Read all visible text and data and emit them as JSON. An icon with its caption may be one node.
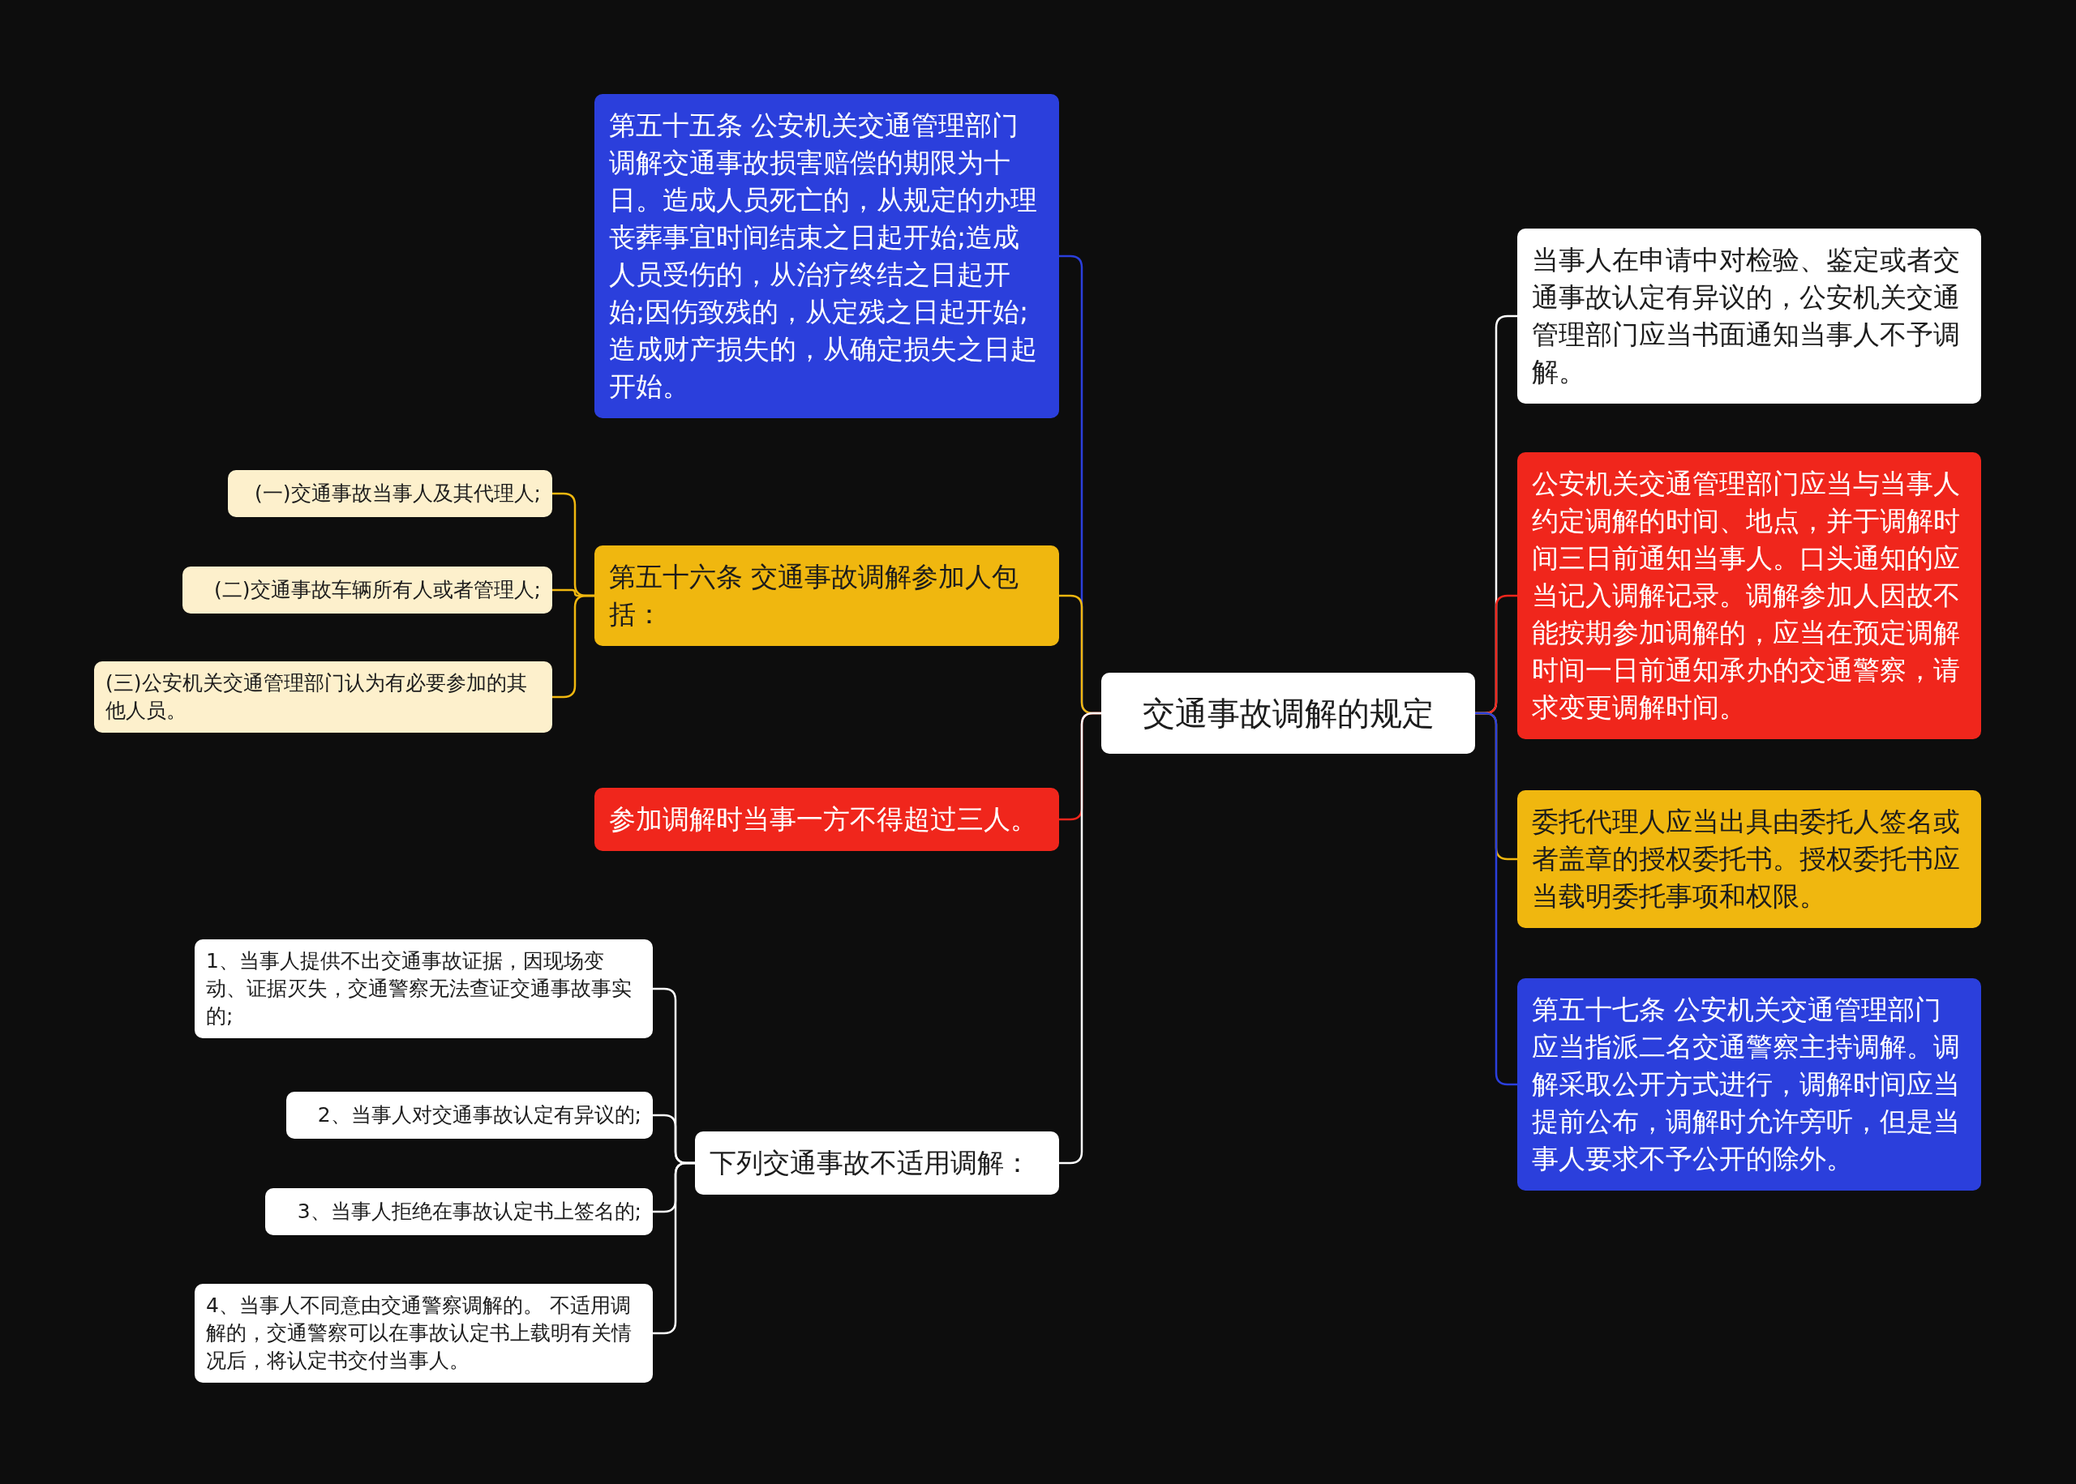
{
  "diagram": {
    "nodes": [
      {
        "text": [
          "交通事故调解的规定"
        ]
      },
      {
        "text": [
          "第五十五条 公安机关交通管理部门调解交通事故损害赔偿的期限为十日。造成人员死亡的，从规定的办理丧葬事宜时间结束之日起开始;造成人员受伤的，从治疗终结之日起开始;因伤致残的，从定残之日起开始;造成财产损失的，从确定损失之日起开始。"
        ]
      },
      {
        "text": [
          "第五十六条 交通事故调解参加人包括："
        ]
      },
      {
        "text": [
          "(一)交通事故当事人及其代理人;"
        ]
      },
      {
        "text": [
          "(二)交通事故车辆所有人或者管理人;"
        ]
      },
      {
        "text": [
          "(三)公安机关交通管理部门认为有必要参加的其他人员。"
        ]
      },
      {
        "text": [
          "参加调解时当事一方不得超过三人。"
        ]
      },
      {
        "text": [
          "下列交通事故不适用调解："
        ]
      },
      {
        "text": [
          "1、当事人提供不出交通事故证据，因现场变动、证据灭失，交通警察无法查证交通事故事实的;"
        ]
      },
      {
        "text": [
          "2、当事人对交通事故认定有异议的;"
        ]
      },
      {
        "text": [
          "3、当事人拒绝在事故认定书上签名的;"
        ]
      },
      {
        "text": [
          "4、当事人不同意由交通警察调解的。 不适用调解的，交通警察可以在事故认定书上载明有关情况后，将认定书交付当事人。"
        ]
      },
      {
        "text": [
          "当事人在申请中对检验、鉴定或者交通事故认定有异议的，公安机关交通管理部门应当书面通知当事人不予调解。"
        ]
      },
      {
        "text": [
          "公安机关交通管理部门应当与当事人约定调解的时间、地点，并于调解时间三日前通知当事人。口头通知的应当记入调解记录。调解参加人因故不能按期参加调解的，应当在预定调解时间一日前通知承办的交通警察，请求变更调解时间。"
        ]
      },
      {
        "text": [
          "委托代理人应当出具由委托人签名或者盖章的授权委托书。授权委托书应当载明委托事项和权限。"
        ]
      },
      {
        "text": [
          "第五十七条 公安机关交通管理部门应当指派二名交通警察主持调解。调解采取公开方式进行，调解时间应当提前公布，调解时允许旁听，但是当事人要求不予公开的除外。"
        ]
      }
    ],
    "edges": [
      {
        "from": 0,
        "to": 1,
        "arrow": "none",
        "color": "#2b3fdc"
      },
      {
        "from": 0,
        "to": 2,
        "arrow": "none",
        "color": "#f0b70f"
      },
      {
        "from": 2,
        "to": 3,
        "arrow": "none",
        "color": "#f0b70f"
      },
      {
        "from": 2,
        "to": 4,
        "arrow": "none",
        "color": "#f0b70f"
      },
      {
        "from": 2,
        "to": 5,
        "arrow": "none",
        "color": "#f0b70f"
      },
      {
        "from": 0,
        "to": 6,
        "arrow": "none",
        "color": "#f0261c"
      },
      {
        "from": 0,
        "to": 7,
        "arrow": "none"
      },
      {
        "from": 7,
        "to": 8,
        "arrow": "none"
      },
      {
        "from": 7,
        "to": 9,
        "arrow": "none"
      },
      {
        "from": 7,
        "to": 10,
        "arrow": "none"
      },
      {
        "from": 7,
        "to": 11,
        "arrow": "none"
      },
      {
        "from": 0,
        "to": 12,
        "arrow": "none"
      },
      {
        "from": 0,
        "to": 13,
        "arrow": "none",
        "color": "#f0261c"
      },
      {
        "from": 0,
        "to": 14,
        "arrow": "none",
        "color": "#f0b70f"
      },
      {
        "from": 0,
        "to": 15,
        "arrow": "none",
        "color": "#2b3fdc"
      }
    ]
  }
}
